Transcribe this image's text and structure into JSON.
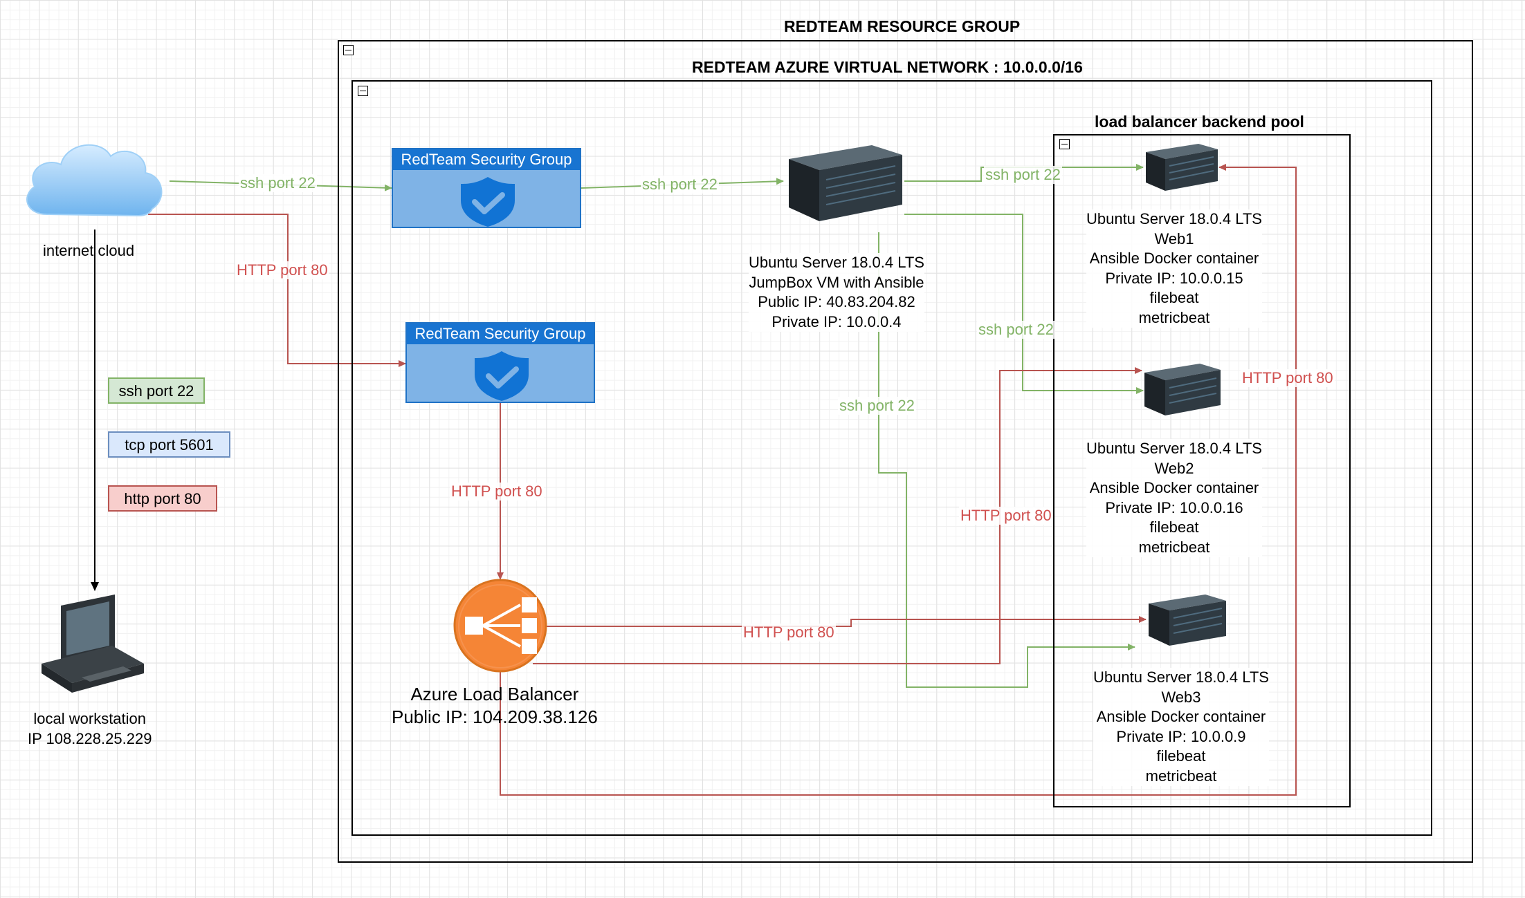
{
  "resource_group": {
    "title": "REDTEAM RESOURCE GROUP"
  },
  "virtual_network": {
    "title": "REDTEAM AZURE VIRTUAL NETWORK : 10.0.0.0/16"
  },
  "backend_pool": {
    "title": "load balancer backend pool"
  },
  "internet_cloud": {
    "label": "internet cloud"
  },
  "workstation": {
    "line1": "local workstation",
    "line2": "IP 108.228.25.229"
  },
  "security_groups": [
    {
      "title": "RedTeam Security Group"
    },
    {
      "title": "RedTeam Security Group"
    }
  ],
  "jumpbox": {
    "lines": [
      "Ubuntu Server 18.0.4 LTS",
      "JumpBox VM with Ansible",
      "Public IP: 40.83.204.82",
      "Private IP: 10.0.0.4"
    ]
  },
  "web1": {
    "lines": [
      "Ubuntu Server 18.0.4 LTS",
      "Web1",
      "Ansible Docker container",
      "Private IP: 10.0.0.15",
      "filebeat",
      "metricbeat"
    ]
  },
  "web2": {
    "lines": [
      "Ubuntu Server 18.0.4 LTS",
      "Web2",
      "Ansible Docker container",
      "Private IP: 10.0.0.16",
      "filebeat",
      "metricbeat"
    ]
  },
  "web3": {
    "lines": [
      "Ubuntu Server 18.0.4 LTS",
      "Web3",
      "Ansible Docker container",
      "Private IP: 10.0.0.9",
      "filebeat",
      "metricbeat"
    ]
  },
  "load_balancer": {
    "line1": "Azure Load Balancer",
    "line2": "Public IP: 104.209.38.126"
  },
  "legend": {
    "ssh": "ssh port 22",
    "tcp": "tcp port 5601",
    "http": "http port 80"
  },
  "edge_labels": {
    "cloud_to_nsg1": "ssh port 22",
    "cloud_to_nsg2": "HTTP port 80",
    "nsg1_to_jumpbox": "ssh port 22",
    "jumpbox_to_web1": "ssh port 22",
    "jumpbox_to_web2": "ssh port 22",
    "jumpbox_to_web3": "ssh port 22",
    "nsg2_to_lb": "HTTP port 80",
    "lb_to_web3": "HTTP port 80",
    "lb_to_web2": "HTTP port 80",
    "lb_to_web1": "HTTP port 80"
  },
  "colors": {
    "ssh": "#82b366",
    "http": "#b85450",
    "nsg_fill": "#7fb3e6",
    "nsg_header": "#1874d1",
    "lb": "#f58536"
  }
}
